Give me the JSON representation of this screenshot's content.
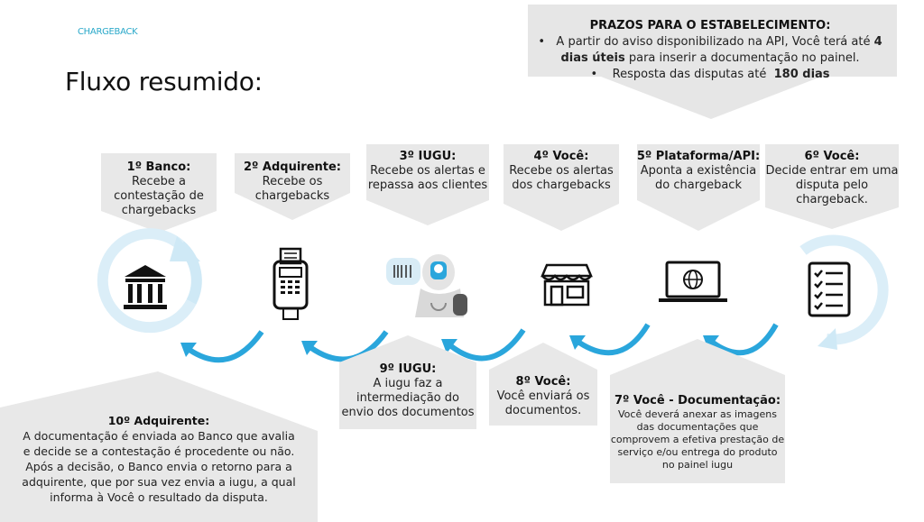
{
  "header": {
    "tag": "CHARGEBACK",
    "title": "Fluxo resumido:"
  },
  "prazos": {
    "heading": "PRAZOS PARA O ESTABELECIMENTO:",
    "bullet1_pre": "A partir do aviso disponibilizado na API, Você terá até ",
    "bullet1_bold1": "4",
    "bullet1_bold2": "dias úteis",
    "bullet1_post": " para inserir a documentação no painel.",
    "bullet2_pre": "Resposta das disputas até ",
    "bullet2_bold": "180 dias"
  },
  "steps_top": [
    {
      "heading": "1º Banco:",
      "lines": [
        "Recebe a",
        "contestação de",
        "chargebacks"
      ],
      "icon": "bank-icon"
    },
    {
      "heading": "2º Adquirente:",
      "lines": [
        "Recebe os",
        "chargebacks"
      ],
      "icon": "card-terminal-icon"
    },
    {
      "heading": "3º IUGU:",
      "lines": [
        "Recebe os alertas e",
        "repassa aos clientes"
      ],
      "icon": "robot-icon"
    },
    {
      "heading": "4º Você:",
      "lines": [
        "Recebe os alertas",
        "dos chargebacks"
      ],
      "icon": "store-icon"
    },
    {
      "heading": "5º Plataforma/API:",
      "lines": [
        "Aponta a existência",
        "do chargeback"
      ],
      "icon": "laptop-globe-icon"
    },
    {
      "heading": "6º Você:",
      "lines": [
        "Decide entrar em uma",
        "disputa pelo",
        "chargeback."
      ],
      "icon": "checklist-icon"
    }
  ],
  "steps_bottom": [
    {
      "heading": "9º IUGU:",
      "lines": [
        "A iugu faz a",
        "intermediação do",
        "envio dos documentos"
      ]
    },
    {
      "heading": "8º Você:",
      "lines": [
        "Você enviará os",
        "documentos."
      ]
    },
    {
      "heading": "7º  Você - Documentação:",
      "lines": [
        "Você deverá anexar as imagens",
        "das documentações que",
        "comprovem a efetiva prestação de",
        "serviço e/ou entrega do produto",
        "no painel iugu"
      ]
    }
  ],
  "step10": {
    "heading": "10º Adquirente:",
    "lines": [
      "A documentação é enviada ao Banco que avalia",
      "e decide se a contestação é procedente ou não.",
      "Após a decisão, o Banco envia o retorno para a",
      "adquirente, que por sua vez envia a iugu, a qual",
      "informa à Você o resultado da disputa."
    ]
  },
  "colors": {
    "accent": "#29a8c9",
    "box": "#e8e8e8",
    "arrow": "#2aa6dc"
  }
}
